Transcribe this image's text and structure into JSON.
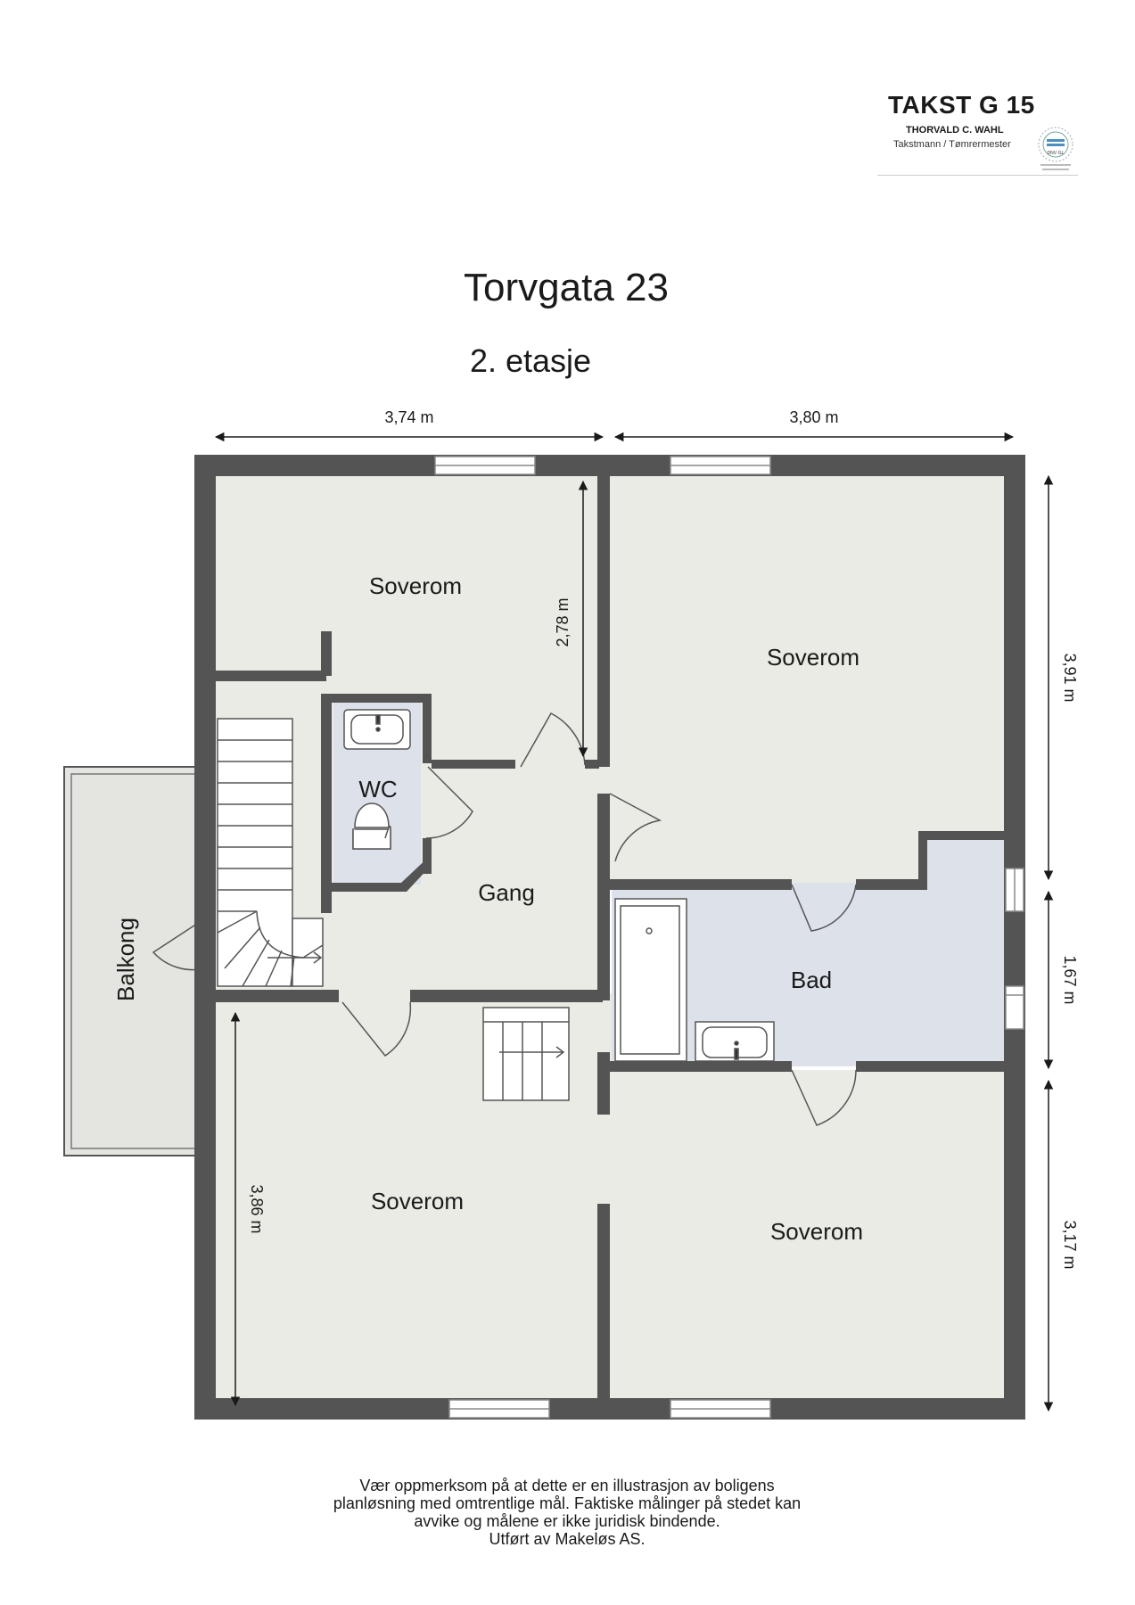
{
  "header": {
    "company_name": "TAKST G 15",
    "person_name": "THORVALD C. WAHL",
    "person_role": "Takstmann / Tømrermester",
    "badge_text": "DNV·GL"
  },
  "plan": {
    "address": "Torvgata 23",
    "floor": "2. etasje",
    "rooms": {
      "soverom_top_left": "Soverom",
      "soverom_top_right": "Soverom",
      "soverom_bottom_left": "Soverom",
      "soverom_bottom_right": "Soverom",
      "wc": "WC",
      "gang": "Gang",
      "bad": "Bad",
      "balkong": "Balkong"
    },
    "dimensions": {
      "top_left_width": "3,74 m",
      "top_right_width": "3,80 m",
      "inner_height_top_left": "2,78 m",
      "right_height_top": "3,91 m",
      "right_height_mid": "1,67 m",
      "right_height_bottom": "3,17 m",
      "inner_height_bottom_left": "3,86 m"
    }
  },
  "disclaimer": {
    "line1": "Vær oppmerksom på at dette er en illustrasjon av boligens",
    "line2": "planløsning med omtrentlige mål. Faktiske målinger på stedet kan",
    "line3": "avvike og målene er ikke juridisk bindende.",
    "line4": "Utført av Makeløs AS."
  },
  "colors": {
    "wall": "#545454",
    "room_floor": "#ebebe5",
    "wet_room_floor": "#dce1ea",
    "balcony_floor": "#e4e4e0",
    "text": "#1a1a1a"
  }
}
